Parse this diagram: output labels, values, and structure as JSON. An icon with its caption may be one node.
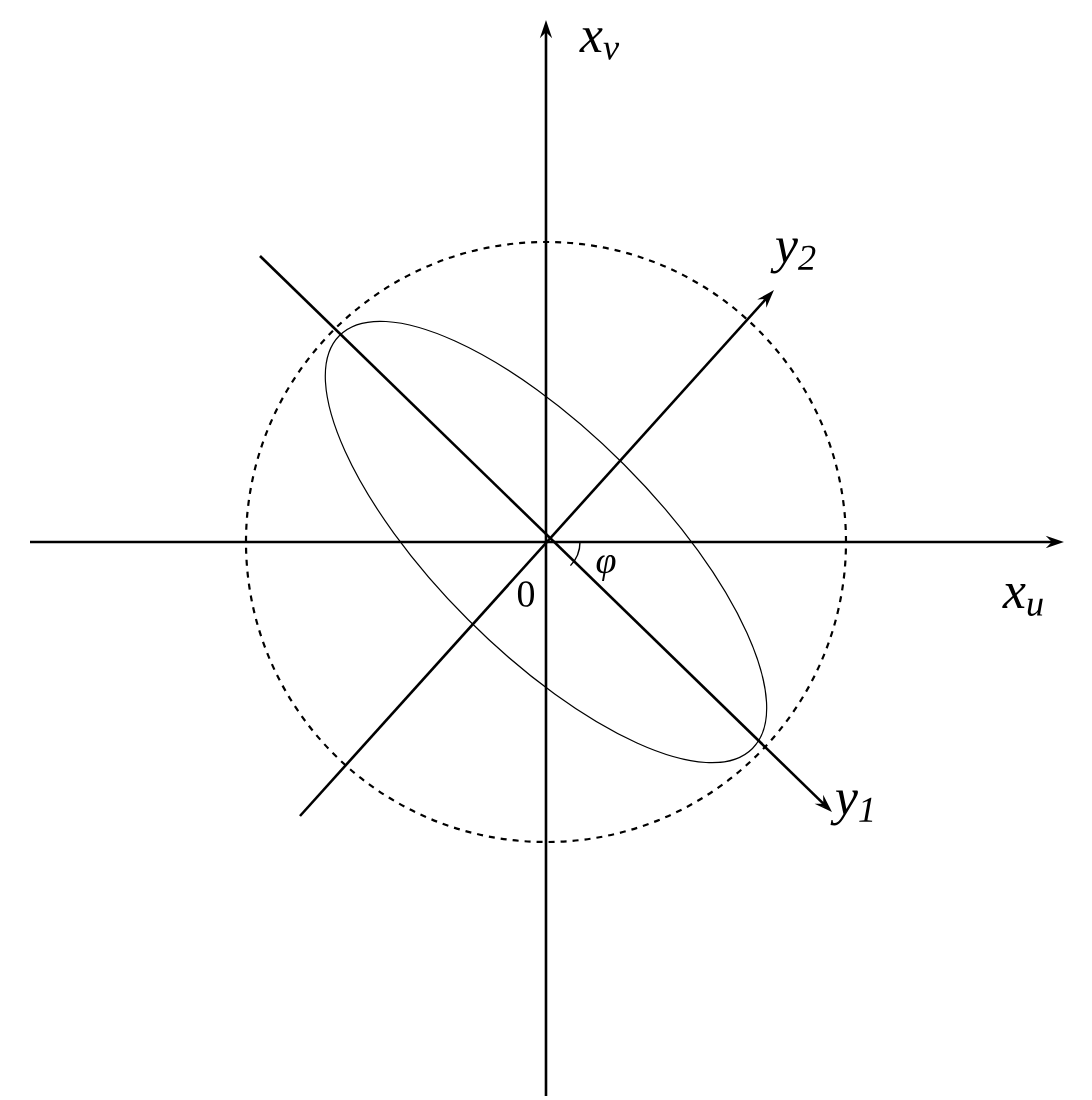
{
  "diagram": {
    "labels": [
      "x$_{v}$",
      "y$_{2}$",
      "φ",
      "0",
      "x$_{u}$",
      "y$_{1}$"
    ]
  }
}
